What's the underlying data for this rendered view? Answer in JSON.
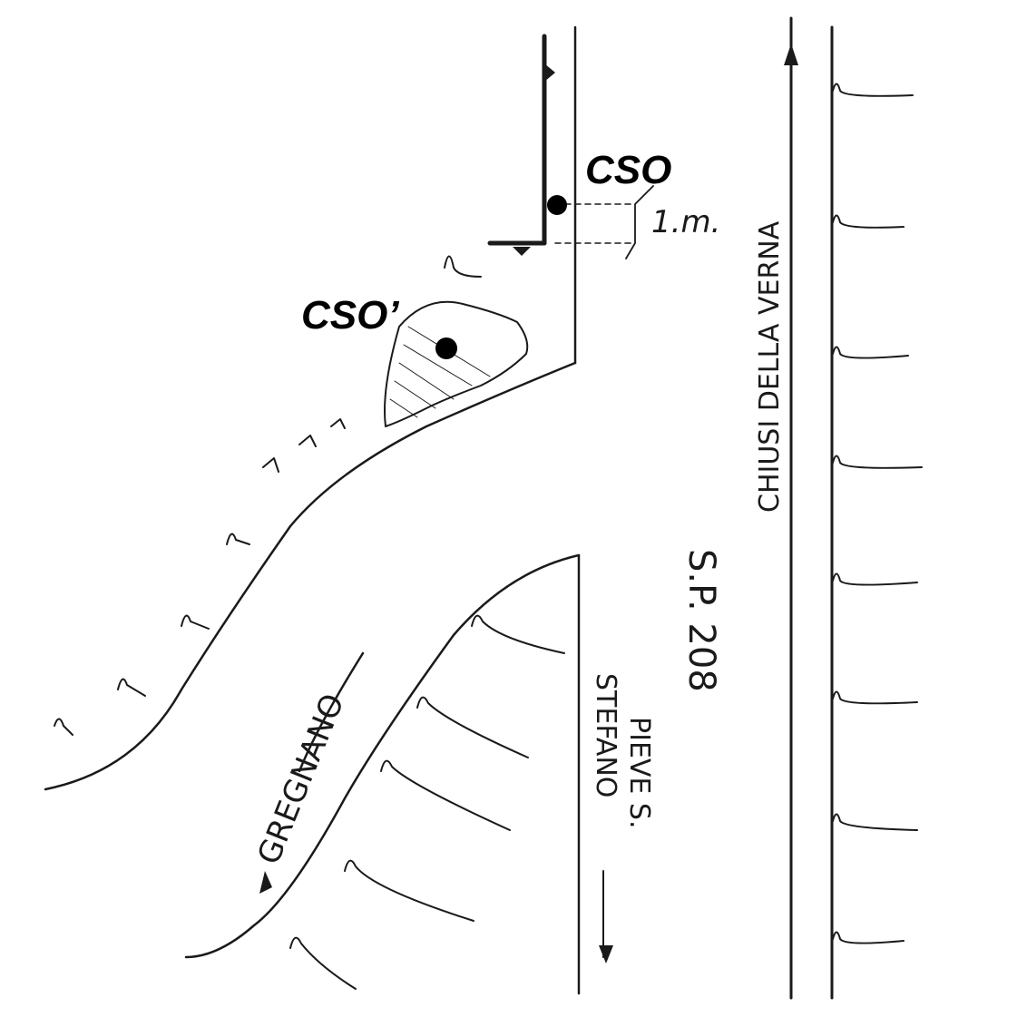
{
  "labels": {
    "cso": "CSO",
    "cso_prime": "CSO’",
    "distance": "1.m.",
    "road_chiusi": "CHIUSI DELLA VERNA",
    "road_sp": "S.P. 208",
    "road_gregnano": "GREGNANO",
    "road_pieve_line1": "PIEVE S.",
    "road_pieve_line2": "STEFANO"
  },
  "colors": {
    "ink": "#1a1a1a",
    "paper": "#ffffff"
  }
}
